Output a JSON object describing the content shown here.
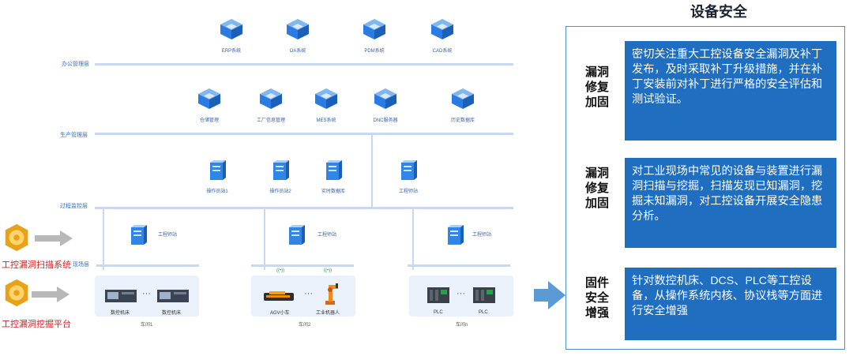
{
  "title": "设备安全",
  "layers": {
    "office": "办公管理层",
    "production": "生产管理层",
    "process": "过程监控层",
    "field": "现场层"
  },
  "office_nodes": [
    "ERP系统",
    "OA系统",
    "PDM系统",
    "CAD系统"
  ],
  "production_nodes": [
    "仓储管理",
    "工厂信息管理",
    "MES系统",
    "DNC服务器",
    "历史数据库"
  ],
  "process_nodes": [
    "操作员站1",
    "操作员站2",
    "实时数据库",
    "工程师站"
  ],
  "shop_workstation": "工程师站",
  "shops": [
    {
      "name": "车间1",
      "devices": [
        "数控机床",
        "数控机床"
      ],
      "dots": "···"
    },
    {
      "name": "车间2",
      "devices": [
        "AGV小车",
        "工业机器人"
      ],
      "dots": "···"
    },
    {
      "name": "车间n",
      "devices": [
        "PLC",
        "PLC"
      ],
      "dots": "···"
    }
  ],
  "tools": [
    "工控漏洞扫描系统",
    "工控漏洞挖掘平台"
  ],
  "sections": [
    {
      "heading": [
        "漏洞",
        "修复",
        "加固"
      ],
      "text": "密切关注重大工控设备安全漏洞及补丁发布，及时采取补丁升级措施，并在补丁安装前对补丁进行严格的安全评估和测试验证。"
    },
    {
      "heading": [
        "漏洞",
        "修复",
        "加固"
      ],
      "text": "对工业现场中常见的设备与装置进行漏洞扫描与挖掘，扫描发现已知漏洞，挖掘未知漏洞，对工控设备开展安全隐患分析。"
    },
    {
      "heading": [
        "固件",
        "安全",
        "增强"
      ],
      "text": "针对数控机床、DCS、PLC等工控设备，从操作系统内核、协议栈等方面进行安全增强"
    }
  ],
  "colors": {
    "accent": "#1f6ec0",
    "line": "#c7d8f2",
    "tool_text": "#d42020",
    "arrow": "#5b9bd5"
  }
}
